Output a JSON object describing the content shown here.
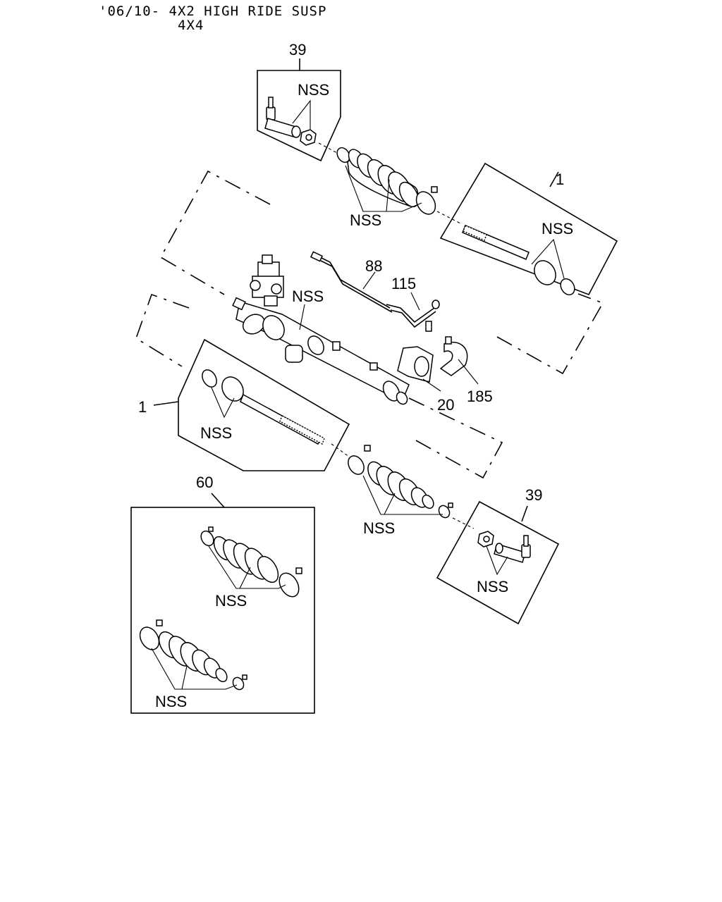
{
  "header": {
    "line1": "'06/10- 4X2 HIGH RIDE SUSP",
    "line2": "4X4"
  },
  "labels": {
    "l39_top": "39",
    "nss_tie_top": "NSS",
    "nss_boot_top": "NSS",
    "l1_right": "1",
    "nss_rod_right": "NSS",
    "l88": "88",
    "l115": "115",
    "nss_rack": "NSS",
    "l185": "185",
    "l20": "20",
    "l1_left": "1",
    "nss_rod_left": "NSS",
    "l60": "60",
    "nss_kit_top": "NSS",
    "nss_kit_bottom": "NSS",
    "nss_boot_lower": "NSS",
    "l39_bottom": "39",
    "nss_tie_bottom": "NSS"
  }
}
